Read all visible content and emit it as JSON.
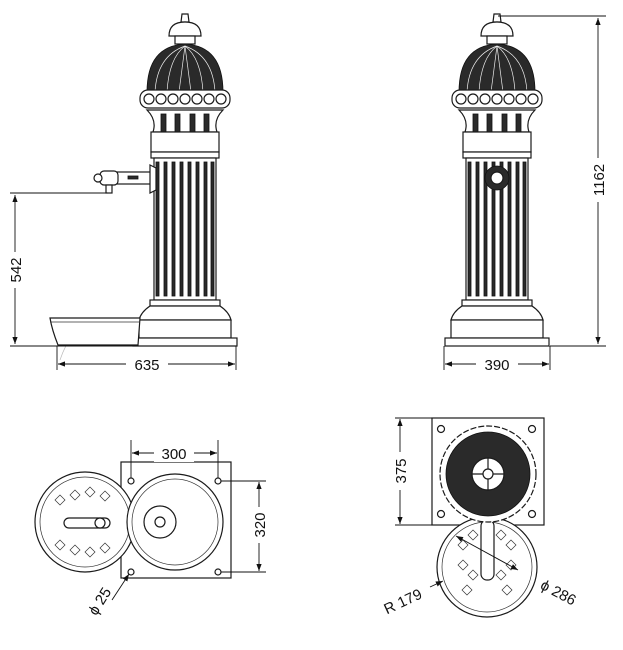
{
  "front_view": {
    "tap_height": "542",
    "overall_width": "635"
  },
  "side_view": {
    "overall_height": "1162",
    "base_width": "390"
  },
  "plan_view_left": {
    "plate_width": "300",
    "plate_depth": "320",
    "hole_diameter": "ϕ 25"
  },
  "plan_view_right": {
    "plate_depth": "375",
    "basin_radius": "R 179",
    "basin_diameter": "ϕ 286"
  },
  "colors": {
    "line": "#1a1a1a",
    "background": "#ffffff"
  }
}
